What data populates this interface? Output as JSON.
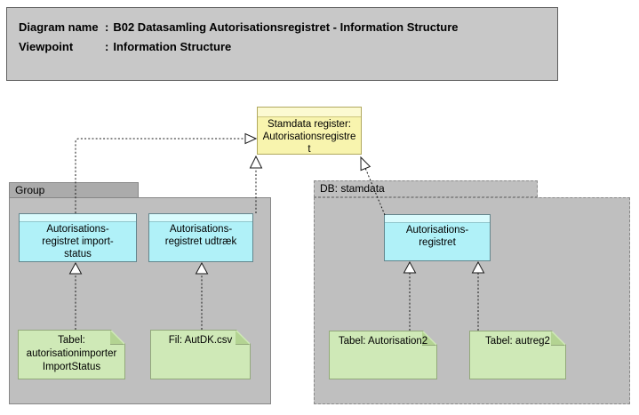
{
  "title_box": {
    "rows": [
      {
        "label": "Diagram name",
        "sep": ":",
        "value": "B02 Datasamling Autorisationsregistret - Information Structure"
      },
      {
        "label": "Viewpoint",
        "sep": ":",
        "value": "Information Structure"
      }
    ]
  },
  "stamdata_object": {
    "label": "Stamdata register:\nAutorisationsregistre\nt"
  },
  "group_container": {
    "label": "Group"
  },
  "db_container": {
    "label": "DB: stamdata"
  },
  "objects": {
    "import_status": {
      "label": "Autorisations-\nregistret import-\nstatus"
    },
    "udtraek": {
      "label": "Autorisations-\nregistret udtræk"
    },
    "autorisationsregistret": {
      "label": "Autorisations-\nregistret"
    }
  },
  "notes": {
    "import_table": {
      "label": "Tabel:\nautorisationimporter\nImportStatus"
    },
    "csv_file": {
      "label": "Fil: AutDK.csv"
    },
    "autorisation2_table": {
      "label": "Tabel: Autorisation2"
    },
    "autreg2_table": {
      "label": "Tabel: autreg2"
    }
  },
  "colors": {
    "object_fill": "#f8f4ae",
    "object_border": "#b1a95e",
    "data_object_fill": "#b0f1f8",
    "data_object_border": "#63858c",
    "note_fill": "#cfe9b7",
    "note_border": "#93a97b",
    "container_fill": "#bfbfbf",
    "container_tab_fill": "#ababab",
    "title_fill": "#c8c8c8",
    "connector": "#1a1a1a"
  }
}
